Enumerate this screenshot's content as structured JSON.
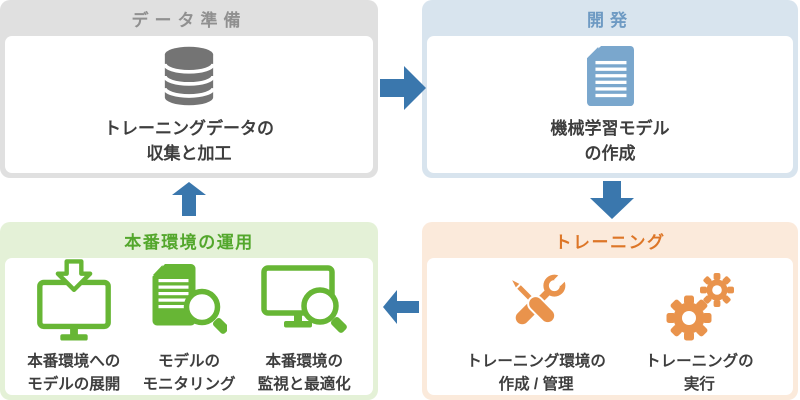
{
  "diagram_title": "ML workflow diagram",
  "colors": {
    "arrow": "#3a77ad",
    "body_text": "#3e3e3e",
    "gray_header_bg": "#e0e0e0",
    "gray_header_text": "#909090",
    "gray_icon": "#747474",
    "blue_header_bg": "#d8e4ee",
    "blue_header_text": "#6e9ac3",
    "blue_icon": "#7aa7cd",
    "orange_header_bg": "#fbeadb",
    "orange_header_text": "#dd7627",
    "orange_icon": "#e9934c",
    "green_header_bg": "#e4f1d7",
    "green_header_text": "#53a72c",
    "green_icon": "#67b635"
  },
  "boxes": [
    {
      "id": "data-preparation",
      "title": "データ準備",
      "items": [
        {
          "icon": "database-icon",
          "line1": "トレーニングデータの",
          "line2": "収集と加工"
        }
      ]
    },
    {
      "id": "development",
      "title": "開発",
      "items": [
        {
          "icon": "document-icon",
          "line1": "機械学習モデル",
          "line2": "の作成"
        }
      ]
    },
    {
      "id": "training",
      "title": "トレーニング",
      "items": [
        {
          "icon": "tools-icon",
          "line1": "トレーニング環境の",
          "line2": "作成 / 管理"
        },
        {
          "icon": "gears-icon",
          "line1": "トレーニングの",
          "line2": "実行"
        }
      ]
    },
    {
      "id": "production-operation",
      "title": "本番環境の運用",
      "items": [
        {
          "icon": "monitor-deploy-icon",
          "line1": "本番環境への",
          "line2": "モデルの展開"
        },
        {
          "icon": "document-search-icon",
          "line1": "モデルの",
          "line2": "モニタリング"
        },
        {
          "icon": "monitor-search-icon",
          "line1": "本番環境の",
          "line2": "監視と最適化"
        }
      ]
    }
  ],
  "arrows": [
    {
      "id": "arrow-right",
      "direction": "right",
      "from": "data-preparation",
      "to": "development",
      "color": "#3a77ad"
    },
    {
      "id": "arrow-down",
      "direction": "down",
      "from": "development",
      "to": "training",
      "color": "#3a77ad"
    },
    {
      "id": "arrow-left",
      "direction": "left",
      "from": "training",
      "to": "production-operation",
      "color": "#3a77ad"
    },
    {
      "id": "arrow-up",
      "direction": "up",
      "from": "production-operation",
      "to": "data-preparation",
      "color": "#3a77ad"
    }
  ]
}
